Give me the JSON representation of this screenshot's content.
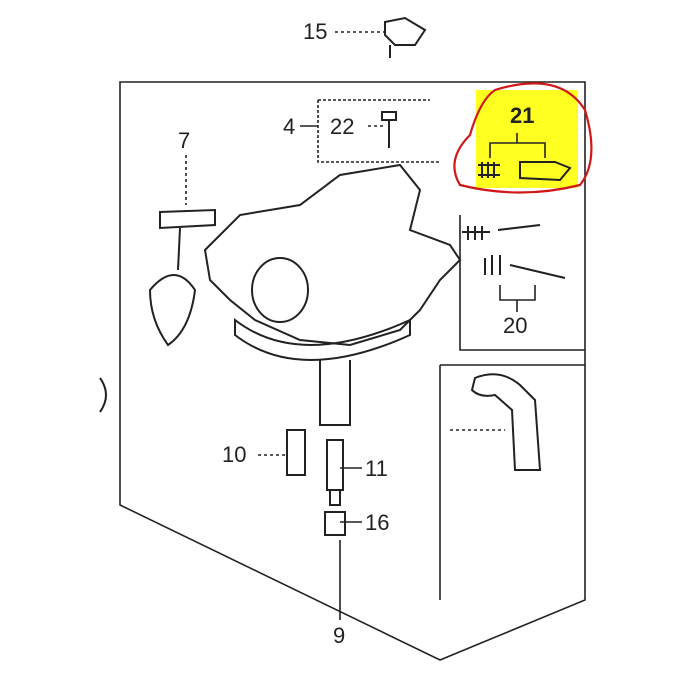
{
  "diagram": {
    "title": "Carburetor parts diagram",
    "highlight_color": "#ffff22",
    "circle_color": "#d01818",
    "labels": {
      "p15": "15",
      "p7": "7",
      "p4": "4",
      "p22": "22",
      "p21": "21",
      "p20": "20",
      "p10": "10",
      "p11": "11",
      "p16": "16",
      "p9": "9"
    }
  }
}
